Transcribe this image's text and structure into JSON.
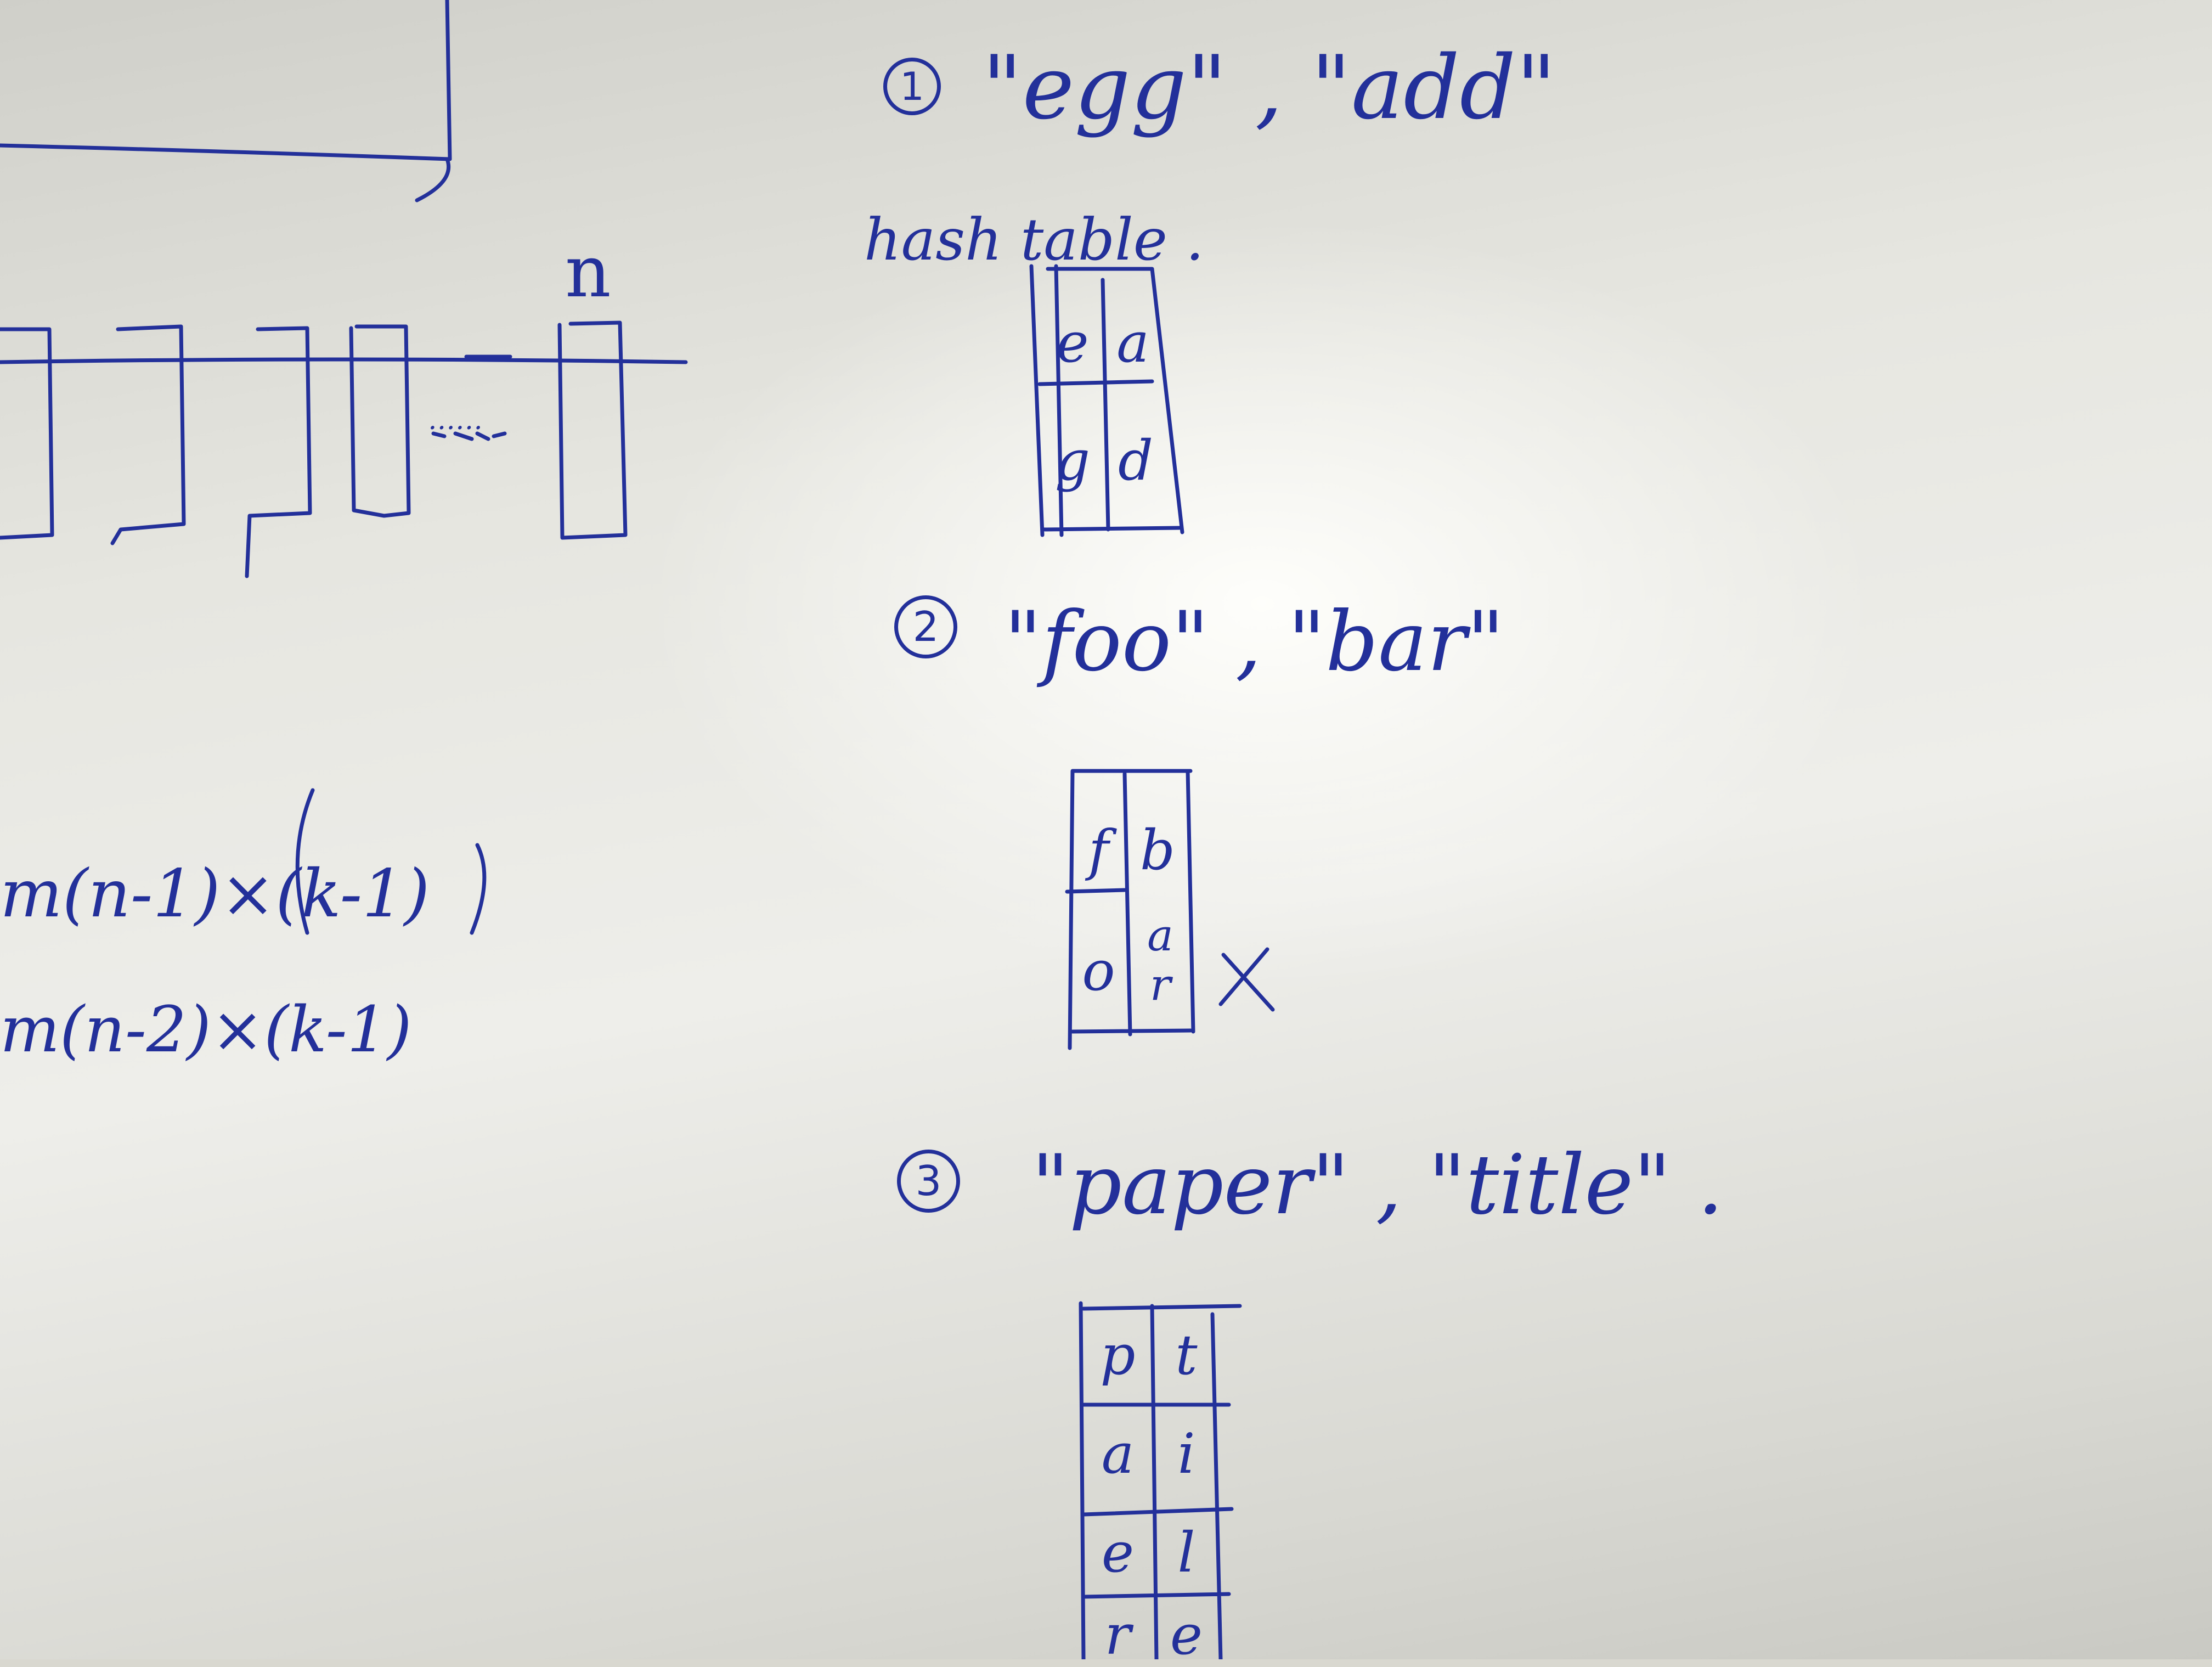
{
  "colors": {
    "ink": "#23309a",
    "paper": "#eeeeea"
  },
  "left_notes": {
    "n_label": "n",
    "dots": "……",
    "formula_1": "m(n-1)×(k-1)",
    "formula_2": "m(n-2)×(k-1)"
  },
  "examples": [
    {
      "number": "1",
      "pair": "\"egg\" , \"add\"",
      "caption": "hash table .",
      "table": [
        [
          "e",
          "a"
        ],
        [
          "g",
          "d"
        ]
      ]
    },
    {
      "number": "2",
      "pair": "\"foo\" , \"bar\"",
      "table": [
        [
          "f",
          "b"
        ],
        [
          "o",
          "a r"
        ]
      ],
      "mark": "X"
    },
    {
      "number": "3",
      "pair": "\"paper\" , \"title\" .",
      "table": [
        [
          "p",
          "t"
        ],
        [
          "a",
          "i"
        ],
        [
          "e",
          "l"
        ],
        [
          "r",
          "e"
        ]
      ]
    }
  ]
}
